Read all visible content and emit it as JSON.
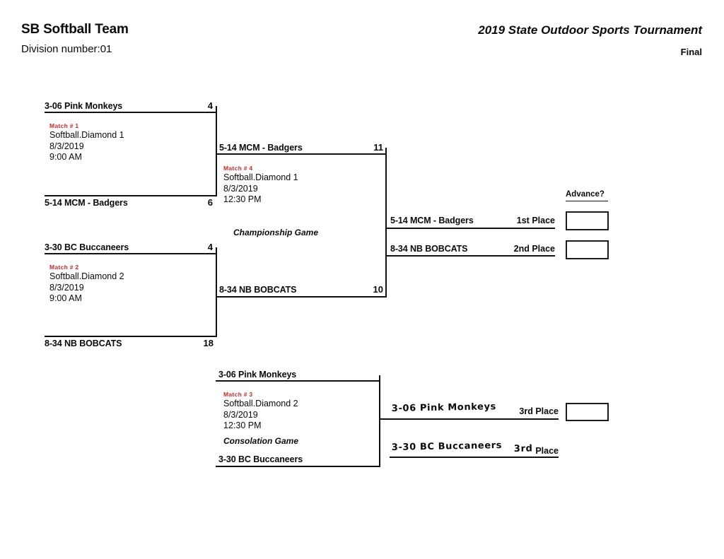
{
  "header": {
    "team_name": "SB Softball Team",
    "division": "Division number:01",
    "tournament": "2019 State Outdoor Sports Tournament",
    "stage": "Final"
  },
  "bracket": {
    "advance_label": "Advance?",
    "matches": [
      {
        "id": "match-1",
        "number": "Match # 1",
        "location": "Softball.Diamond 1",
        "date": "8/3/2019",
        "time": "9:00 AM",
        "game_type": "",
        "top_team": "3-06 Pink Monkeys",
        "top_score": "4",
        "bottom_team": "5-14 MCM - Badgers",
        "bottom_score": "6"
      },
      {
        "id": "match-2",
        "number": "Match # 2",
        "location": "Softball.Diamond 2",
        "date": "8/3/2019",
        "time": "9:00 AM",
        "game_type": "",
        "top_team": "3-30 BC Buccaneers",
        "top_score": "4",
        "bottom_team": "8-34 NB BOBCATS",
        "bottom_score": "18"
      },
      {
        "id": "match-4",
        "number": "Match # 4",
        "location": "Softball.Diamond 1",
        "date": "8/3/2019",
        "time": "12:30 PM",
        "game_type": "Championship Game",
        "top_team": "5-14 MCM - Badgers",
        "top_score": "11",
        "bottom_team": "8-34 NB BOBCATS",
        "bottom_score": "10"
      },
      {
        "id": "match-3",
        "number": "Match # 3",
        "location": "Softball.Diamond 2",
        "date": "8/3/2019",
        "time": "12:30 PM",
        "game_type": "Consolation Game",
        "top_team": "3-06 Pink Monkeys",
        "top_score": "",
        "bottom_team": "3-30 BC Buccaneers",
        "bottom_score": ""
      }
    ],
    "results": [
      {
        "id": "first-place",
        "team": "5-14 MCM - Badgers",
        "place": "1st Place",
        "handwritten": false,
        "has_box": true,
        "box_value": ""
      },
      {
        "id": "second-place",
        "team": "8-34 NB BOBCATS",
        "place": "2nd Place",
        "handwritten": false,
        "has_box": true,
        "box_value": ""
      },
      {
        "id": "third-place-upper",
        "team": "3-06 Pink Monkeys",
        "place": "3rd Place",
        "handwritten": true,
        "has_box": true,
        "box_value": ""
      },
      {
        "id": "third-place-lower",
        "team": "3-30 BC Buccaneers",
        "place_handwritten": "3rd",
        "place": "Place",
        "handwritten": true,
        "has_box": false,
        "box_value": ""
      }
    ]
  },
  "colors": {
    "match_number": "#c0282d",
    "line": "#111111",
    "text": "#0a0a0a"
  }
}
